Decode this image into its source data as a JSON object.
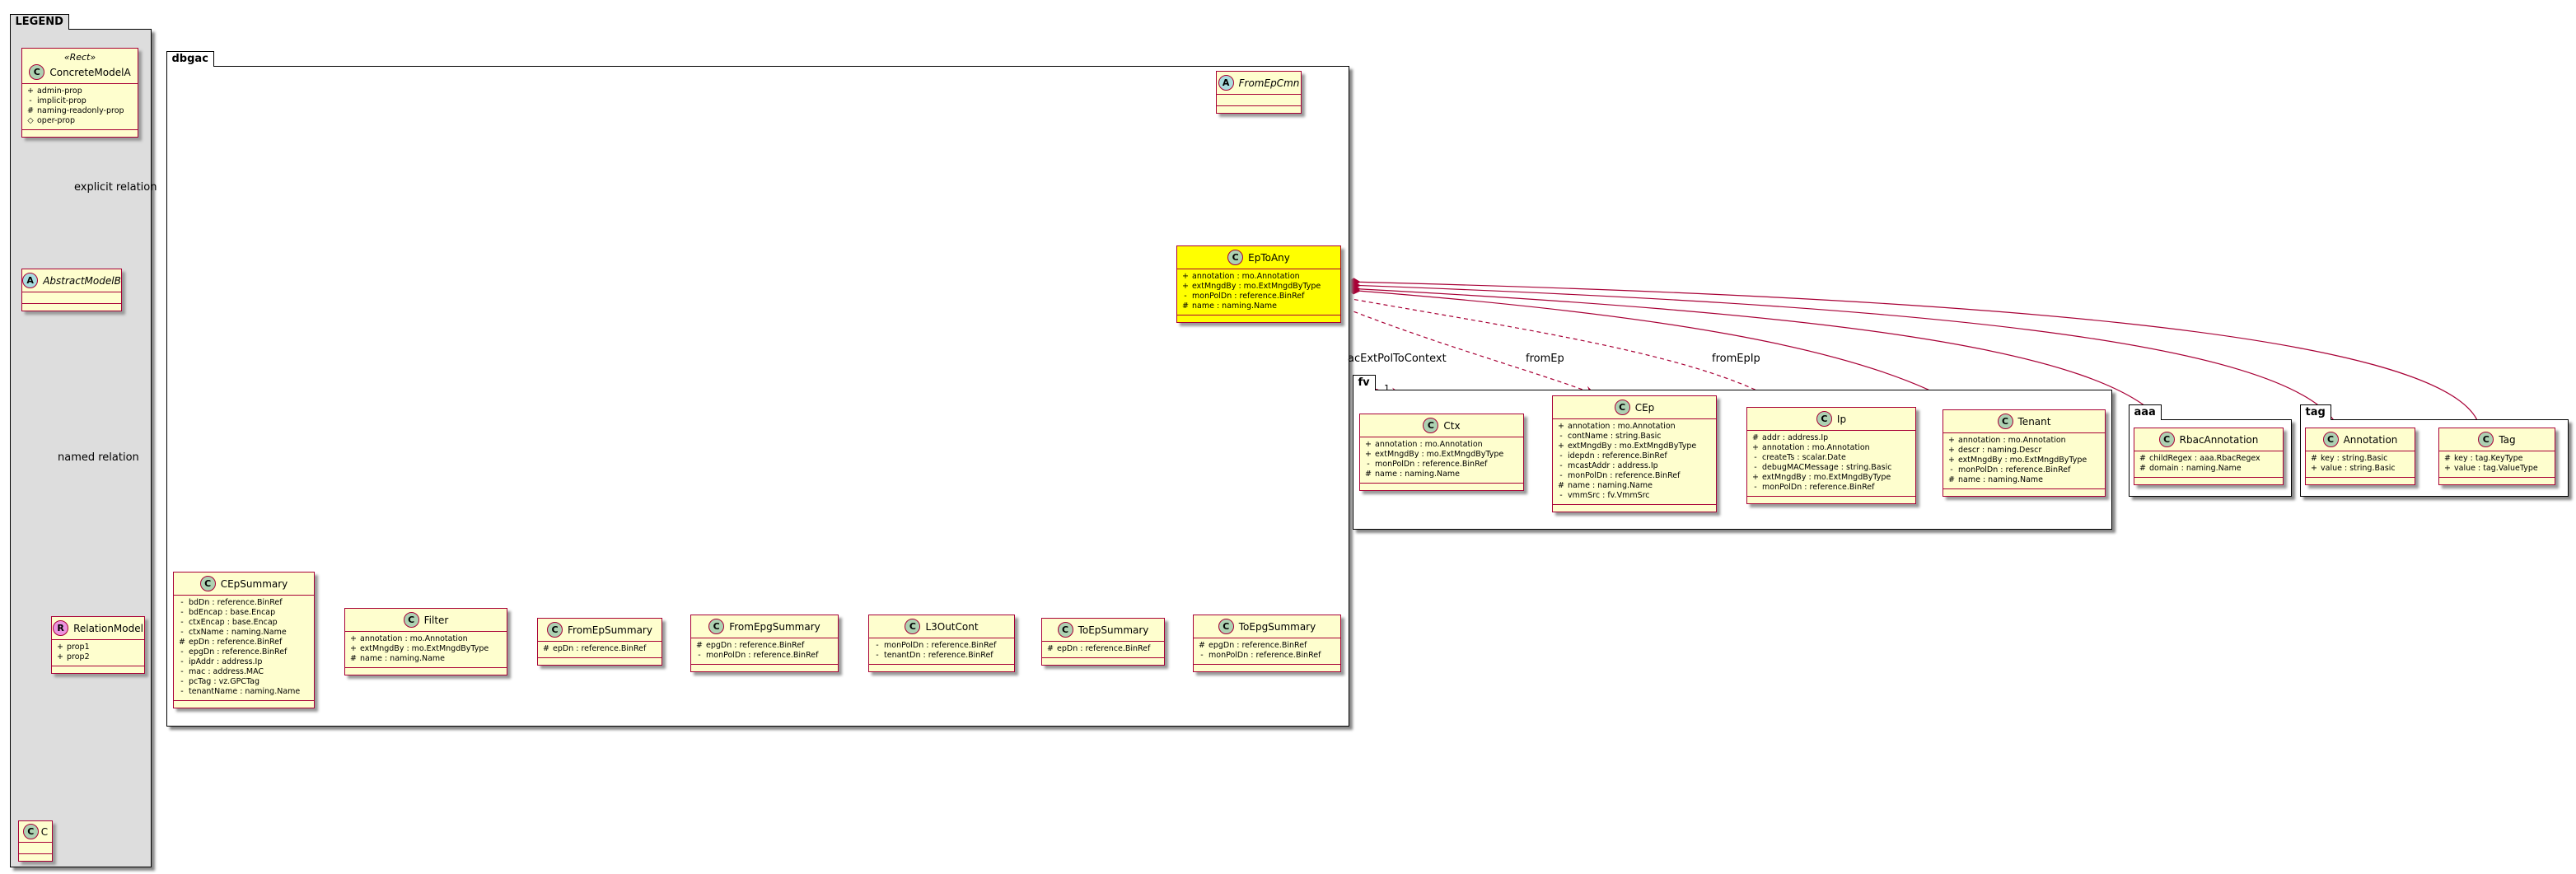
{
  "colors": {
    "class_fill": "#FEFECE",
    "class_border": "#A80036",
    "highlight": "#FFFF00",
    "legend_bg": "#DDDDDD",
    "edge": "#A80036"
  },
  "legend": {
    "title": "LEGEND",
    "concrete": {
      "stereotype": "«Rect»",
      "name": "ConcreteModelA",
      "attrs": [
        {
          "v": "+",
          "t": "admin-prop"
        },
        {
          "v": "-",
          "t": "implicit-prop"
        },
        {
          "v": "#",
          "t": "naming-readonly-prop"
        },
        {
          "v": "◇",
          "t": "oper-prop"
        }
      ]
    },
    "abstract": {
      "name": "AbstractModelB"
    },
    "relation": {
      "name": "RelationModel",
      "attrs": [
        {
          "v": "+",
          "t": "prop1"
        },
        {
          "v": "+",
          "t": "prop2"
        }
      ]
    },
    "c": {
      "name": "C"
    },
    "explicit_label": "explicit relation",
    "named_label": "named relation"
  },
  "dbgac": {
    "title": "dbgac",
    "fromepcmn": {
      "name": "FromEpCmn"
    },
    "eptoany": {
      "name": "EpToAny",
      "attrs": [
        {
          "v": "+",
          "t": "annotation : mo.Annotation"
        },
        {
          "v": "+",
          "t": "extMngdBy : mo.ExtMngdByType"
        },
        {
          "v": "-",
          "t": "monPolDn : reference.BinRef"
        },
        {
          "v": "#",
          "t": "name : naming.Name"
        }
      ]
    },
    "cepsummary": {
      "name": "CEpSummary",
      "attrs": [
        {
          "v": "-",
          "t": "bdDn : reference.BinRef"
        },
        {
          "v": "-",
          "t": "bdEncap : base.Encap"
        },
        {
          "v": "-",
          "t": "ctxEncap : base.Encap"
        },
        {
          "v": "-",
          "t": "ctxName : naming.Name"
        },
        {
          "v": "#",
          "t": "epDn : reference.BinRef"
        },
        {
          "v": "-",
          "t": "epgDn : reference.BinRef"
        },
        {
          "v": "-",
          "t": "ipAddr : address.Ip"
        },
        {
          "v": "-",
          "t": "mac : address.MAC"
        },
        {
          "v": "-",
          "t": "pcTag : vz.GPCTag"
        },
        {
          "v": "-",
          "t": "tenantName : naming.Name"
        }
      ]
    },
    "filter": {
      "name": "Filter",
      "attrs": [
        {
          "v": "+",
          "t": "annotation : mo.Annotation"
        },
        {
          "v": "+",
          "t": "extMngdBy : mo.ExtMngdByType"
        },
        {
          "v": "#",
          "t": "name : naming.Name"
        }
      ]
    },
    "fromepsummary": {
      "name": "FromEpSummary",
      "attrs": [
        {
          "v": "#",
          "t": "epDn : reference.BinRef"
        }
      ]
    },
    "fromepgsummary": {
      "name": "FromEpgSummary",
      "attrs": [
        {
          "v": "#",
          "t": "epgDn : reference.BinRef"
        },
        {
          "v": "-",
          "t": "monPolDn : reference.BinRef"
        }
      ]
    },
    "l3outcont": {
      "name": "L3OutCont",
      "attrs": [
        {
          "v": "-",
          "t": "monPolDn : reference.BinRef"
        },
        {
          "v": "-",
          "t": "tenantDn : reference.BinRef"
        }
      ]
    },
    "toepsummary": {
      "name": "ToEpSummary",
      "attrs": [
        {
          "v": "#",
          "t": "epDn : reference.BinRef"
        }
      ]
    },
    "toepgsummary": {
      "name": "ToEpgSummary",
      "attrs": [
        {
          "v": "#",
          "t": "epgDn : reference.BinRef"
        },
        {
          "v": "-",
          "t": "monPolDn : reference.BinRef"
        }
      ]
    }
  },
  "fv": {
    "title": "fv",
    "ctx": {
      "name": "Ctx",
      "attrs": [
        {
          "v": "+",
          "t": "annotation : mo.Annotation"
        },
        {
          "v": "+",
          "t": "extMngdBy : mo.ExtMngdByType"
        },
        {
          "v": "-",
          "t": "monPolDn : reference.BinRef"
        },
        {
          "v": "#",
          "t": "name : naming.Name"
        }
      ]
    },
    "cep": {
      "name": "CEp",
      "attrs": [
        {
          "v": "+",
          "t": "annotation : mo.Annotation"
        },
        {
          "v": "-",
          "t": "contName : string.Basic"
        },
        {
          "v": "+",
          "t": "extMngdBy : mo.ExtMngdByType"
        },
        {
          "v": "-",
          "t": "idepdn : reference.BinRef"
        },
        {
          "v": "-",
          "t": "mcastAddr : address.Ip"
        },
        {
          "v": "-",
          "t": "monPolDn : reference.BinRef"
        },
        {
          "v": "#",
          "t": "name : naming.Name"
        },
        {
          "v": "-",
          "t": "vmmSrc : fv.VmmSrc"
        }
      ]
    },
    "ip": {
      "name": "Ip",
      "attrs": [
        {
          "v": "#",
          "t": "addr : address.Ip"
        },
        {
          "v": "+",
          "t": "annotation : mo.Annotation"
        },
        {
          "v": "-",
          "t": "createTs : scalar.Date"
        },
        {
          "v": "-",
          "t": "debugMACMessage : string.Basic"
        },
        {
          "v": "+",
          "t": "extMngdBy : mo.ExtMngdByType"
        },
        {
          "v": "-",
          "t": "monPolDn : reference.BinRef"
        }
      ]
    },
    "tenant": {
      "name": "Tenant",
      "attrs": [
        {
          "v": "+",
          "t": "annotation : mo.Annotation"
        },
        {
          "v": "+",
          "t": "descr : naming.Descr"
        },
        {
          "v": "+",
          "t": "extMngdBy : mo.ExtMngdByType"
        },
        {
          "v": "-",
          "t": "monPolDn : reference.BinRef"
        },
        {
          "v": "#",
          "t": "name : naming.Name"
        }
      ]
    }
  },
  "aaa": {
    "title": "aaa",
    "rbac": {
      "name": "RbacAnnotation",
      "attrs": [
        {
          "v": "#",
          "t": "childRegex : aaa.RbacRegex"
        },
        {
          "v": "#",
          "t": "domain : naming.Name"
        }
      ]
    }
  },
  "tag": {
    "title": "tag",
    "annotation": {
      "name": "Annotation",
      "attrs": [
        {
          "v": "#",
          "t": "key : string.Basic"
        },
        {
          "v": "+",
          "t": "value : string.Basic"
        }
      ]
    },
    "tag": {
      "name": "Tag",
      "attrs": [
        {
          "v": "#",
          "t": "key : tag.KeyType"
        },
        {
          "v": "+",
          "t": "value : tag.ValueType"
        }
      ]
    }
  },
  "relations": {
    "acExtPolToContext": "acExtPolToContext",
    "acExtPolToContext_mult": "1",
    "fromEp": "fromEp",
    "fromEpIp": "fromEpIp"
  }
}
